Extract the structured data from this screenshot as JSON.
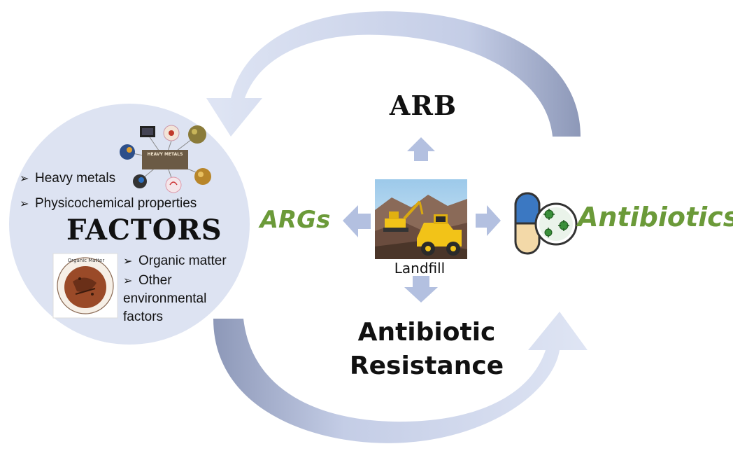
{
  "diagram": {
    "center": {
      "label": "Landfill"
    },
    "top": {
      "label": "ARB"
    },
    "left": {
      "label": "ARGs"
    },
    "right": {
      "label": "Antibiotics"
    },
    "bottom": {
      "line1": "Antibiotic",
      "line2": "Resistance"
    },
    "factors": {
      "title": "FACTORS",
      "bullets": [
        "Heavy metals",
        "Physicochemical properties",
        "Organic matter",
        "Other"
      ],
      "other_continued": [
        "environmental",
        "factors"
      ],
      "inset_heavy_metals_title": "HEAVY METALS",
      "inset_organic_matter_title": "Organic Matter"
    },
    "colors": {
      "arrow_fill": "#c4cde6",
      "arrow_shade": "#9aa6c5",
      "circle_fill": "#dde3f2",
      "green_text": "#6b9a39",
      "capsule_blue": "#3b78c2",
      "capsule_cream": "#f3d9a8",
      "germ_green": "#3a8f3a"
    },
    "icons": [
      "capsule-icon",
      "bacteria-icon",
      "excavator-icon",
      "bulldozer-icon",
      "arrow-up-icon",
      "arrow-down-icon",
      "arrow-left-icon",
      "arrow-right-icon"
    ]
  }
}
